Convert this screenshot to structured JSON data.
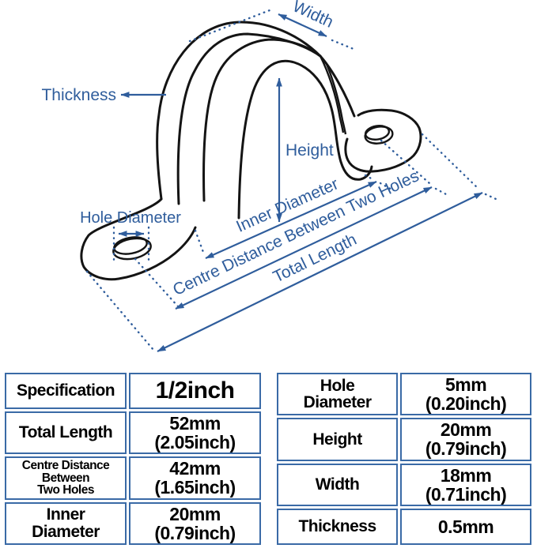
{
  "diagram": {
    "labels": {
      "width": "Width",
      "thickness": "Thickness",
      "height": "Height",
      "hole_diameter": "Hole Diameter",
      "inner_diameter": "Inner Diameter",
      "centre_distance": "Centre Distance Between Two Holes",
      "total_length": "Total Length"
    },
    "colors": {
      "dimension_blue": "#2f5d9c",
      "line_black": "#141414"
    }
  },
  "tables": {
    "border_color": "#3a6aa6",
    "left": {
      "rows": [
        {
          "label": "Specification",
          "value": "1/2inch"
        },
        {
          "label": "Total Length",
          "value": "52mm\n(2.05inch)"
        },
        {
          "label": "Centre Distance\nBetween\nTwo Holes",
          "value": "42mm\n(1.65inch)"
        },
        {
          "label": "Inner\nDiameter",
          "value": "20mm\n(0.79inch)"
        }
      ]
    },
    "right": {
      "rows": [
        {
          "label": "Hole\nDiameter",
          "value": "5mm\n(0.20inch)"
        },
        {
          "label": "Height",
          "value": "20mm\n(0.79inch)"
        },
        {
          "label": "Width",
          "value": "18mm\n(0.71inch)"
        },
        {
          "label": "Thickness",
          "value": "0.5mm"
        }
      ]
    }
  }
}
